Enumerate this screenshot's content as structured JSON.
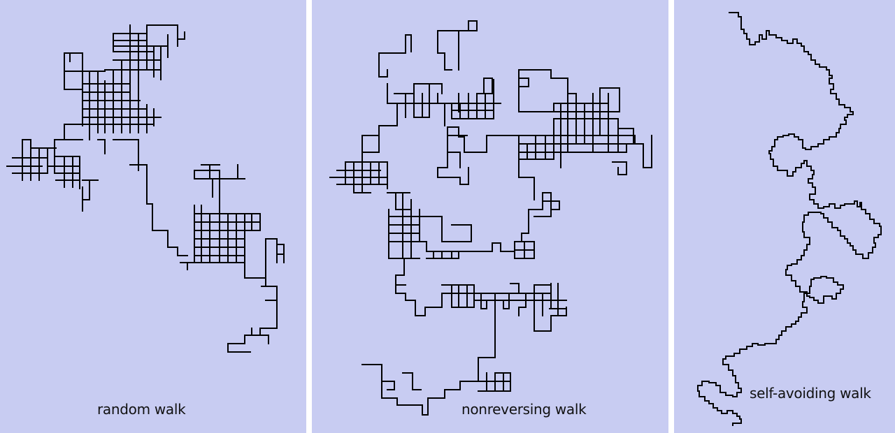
{
  "colors": {
    "panel_bg": "#c8ccf2",
    "separator": "#ffffff",
    "path": "#000000"
  },
  "panels": [
    {
      "caption": "random walk"
    },
    {
      "caption": "nonreversing walk"
    },
    {
      "caption": "self-avoiding walk"
    }
  ]
}
